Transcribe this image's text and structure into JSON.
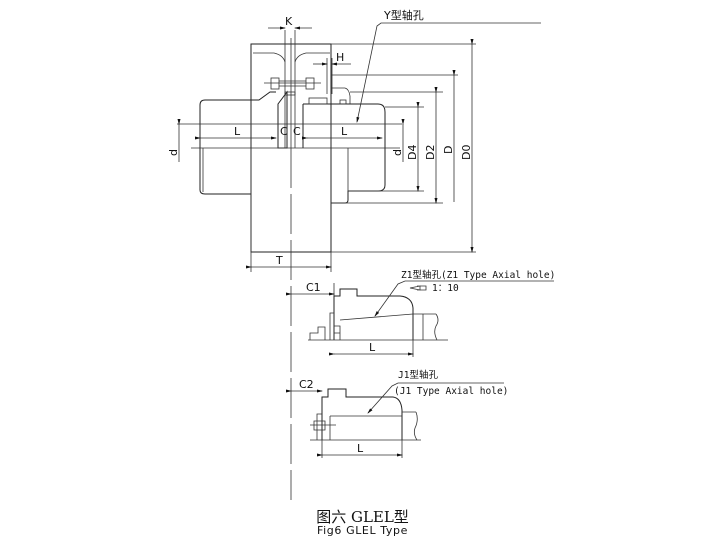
{
  "figure": {
    "caption_cn": "图六 GLEL型",
    "caption_en": "Fig6 GLEL Type"
  },
  "labels": {
    "K": "K",
    "H": "H",
    "L_left": "L",
    "C_left": "C",
    "C_right": "C",
    "L_right": "L",
    "d_left": "d",
    "d_right": "d",
    "D4": "D4",
    "D2": "D2",
    "D": "D",
    "D0": "D0",
    "T": "T",
    "C1": "C1",
    "C2": "C2",
    "L_z1": "L",
    "L_j1": "L"
  },
  "callouts": {
    "y_hole": "Y型轴孔",
    "z1_hole": "Z1型轴孔(Z1 Type Axial hole)",
    "taper": "1：10",
    "j1_hole_cn": "J1型轴孔",
    "j1_hole_en": "(J1 Type Axial hole)"
  }
}
